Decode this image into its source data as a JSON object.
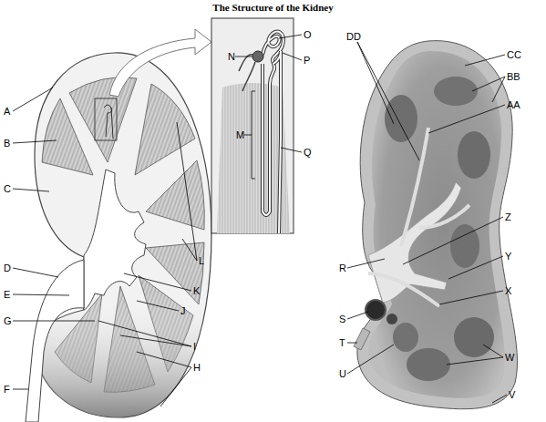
{
  "diagram": {
    "title": "The Structure of the Kidney",
    "labels": [
      "A",
      "B",
      "C",
      "D",
      "E",
      "F",
      "G",
      "H",
      "I",
      "J",
      "K",
      "L",
      "M",
      "N",
      "O",
      "P",
      "Q",
      "R",
      "S",
      "T",
      "U",
      "V",
      "W",
      "X",
      "Y",
      "Z",
      "AA",
      "BB",
      "CC",
      "DD"
    ]
  }
}
